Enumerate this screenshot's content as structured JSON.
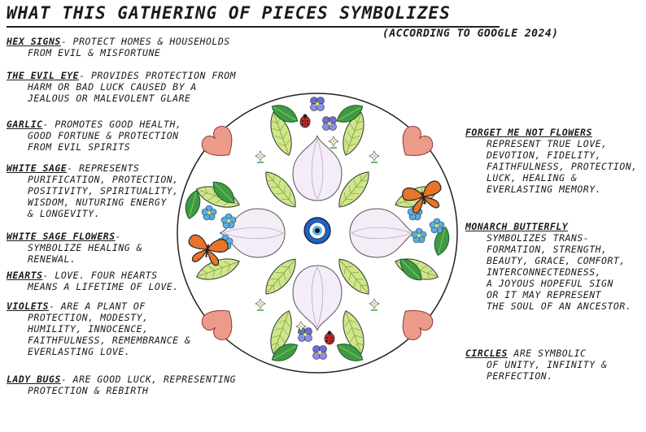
{
  "title": "WHAT THIS GATHERING OF PIECES SYMBOLIZES",
  "subtitle": "(ACCORDING TO GOOGLE 2024)",
  "left": [
    {
      "term": "HEX SIGNS",
      "lines": [
        "- PROTECT HOMES & HOUSEHOLDS",
        "FROM EVIL & MISFORTUNE"
      ]
    },
    {
      "term": "THE EVIL EYE",
      "lines": [
        "- PROVIDES PROTECTION FROM",
        "HARM OR BAD LUCK CAUSED BY A",
        "JEALOUS OR MALEVOLENT GLARE"
      ]
    },
    {
      "term": "GARLIC",
      "lines": [
        "- PROMOTES GOOD HEALTH,",
        "GOOD FORTUNE & PROTECTION",
        "FROM EVIL SPIRITS"
      ]
    },
    {
      "term": "WHITE SAGE",
      "lines": [
        "- REPRESENTS",
        "PURIFICATION, PROTECTION,",
        "POSITIVITY, SPIRITUALITY,",
        "WISDOM, NUTURING ENERGY",
        "& LONGEVITY."
      ]
    },
    {
      "term": "WHITE SAGE FLOWERS",
      "lines": [
        "-",
        "SYMBOLIZE HEALING &",
        "RENEWAL."
      ]
    },
    {
      "term": "HEARTS",
      "lines": [
        "- LOVE. FOUR HEARTS",
        "MEANS A LIFETIME OF LOVE."
      ]
    },
    {
      "term": "VIOLETS",
      "lines": [
        "- ARE A PLANT OF",
        "PROTECTION, MODESTY,",
        "HUMILITY, INNOCENCE,",
        "FAITHFULNESS, REMEMBRANCE &",
        "EVERLASTING LOVE."
      ]
    },
    {
      "term": "LADY BUGS",
      "lines": [
        "- ARE GOOD LUCK, REPRESENTING",
        "PROTECTION & REBIRTH"
      ]
    }
  ],
  "right": [
    {
      "term": "FORGET ME NOT FLOWERS",
      "lines": [
        "",
        "REPRESENT TRUE LOVE,",
        "DEVOTION, FIDELITY,",
        "FAITHFULNESS, PROTECTION,",
        "LUCK, HEALING &",
        "EVERLASTING MEMORY."
      ]
    },
    {
      "term": "MONARCH BUTTERFLY",
      "lines": [
        "",
        "SYMBOLIZES TRANS-",
        "FORMATION, STRENGTH,",
        "BEAUTY, GRACE, COMFORT,",
        "INTERCONNECTEDNESS,",
        "A JOYOUS HOPEFUL SIGN",
        "OR IT MAY REPRESENT",
        "THE SOUL OF AN ANCESTOR."
      ]
    },
    {
      "term": "CIRCLES",
      "lines": [
        " ARE SYMBOLIC",
        "OF UNITY, INFINITY &",
        "PERFECTION."
      ]
    }
  ],
  "colors": {
    "leaf": "#cfe68a",
    "leaf_dark": "#3e9a45",
    "heart": "#ec9a8a",
    "garlic": "#f4ecf6",
    "forget_me_not": "#5aaee0",
    "violet": "#6a6fd0",
    "butterfly": "#e8742a",
    "ladybug": "#d42a2a",
    "eye_blue": "#1f63c8"
  }
}
